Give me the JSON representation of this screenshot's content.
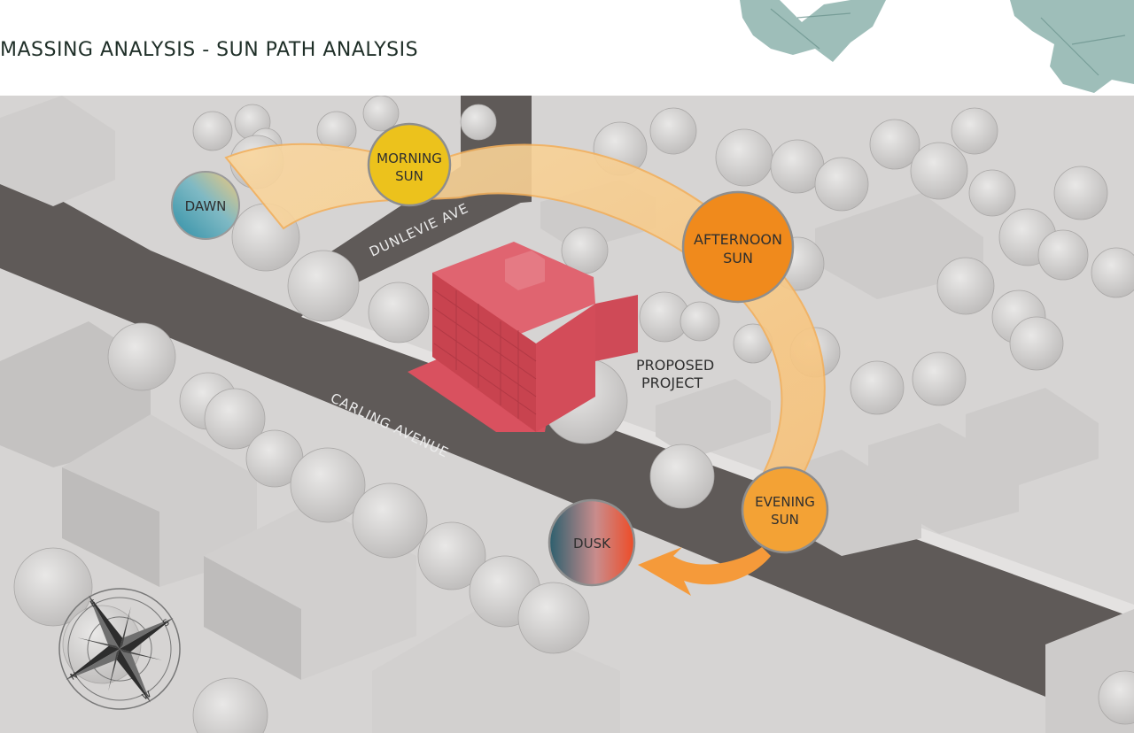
{
  "header": {
    "title": "MASSING ANALYSIS - SUN PATH ANALYSIS"
  },
  "streets": {
    "dunlevie": "DUNLEVIE AVE",
    "carling": "CARLING AVENUE"
  },
  "building_label": {
    "line1": "PROPOSED",
    "line2": "PROJECT"
  },
  "sun_positions": {
    "dawn": {
      "label": "DAWN"
    },
    "morning": {
      "line1": "MORNING",
      "line2": "SUN"
    },
    "afternoon": {
      "line1": "AFTERNOON",
      "line2": "SUN"
    },
    "evening": {
      "line1": "EVENING",
      "line2": "SUN"
    },
    "dusk": {
      "label": "DUSK"
    }
  },
  "compass": {
    "marks": [
      "E",
      "S",
      "W",
      "N"
    ]
  },
  "colors": {
    "road": "#5f5a58",
    "ground": "#d6d4d3",
    "building": "#d9515f",
    "path": "#f7c27a",
    "morning": "#ecc21c",
    "afternoon": "#f08a1c",
    "evening": "#f3a235",
    "leaf": "#8db3ad"
  }
}
